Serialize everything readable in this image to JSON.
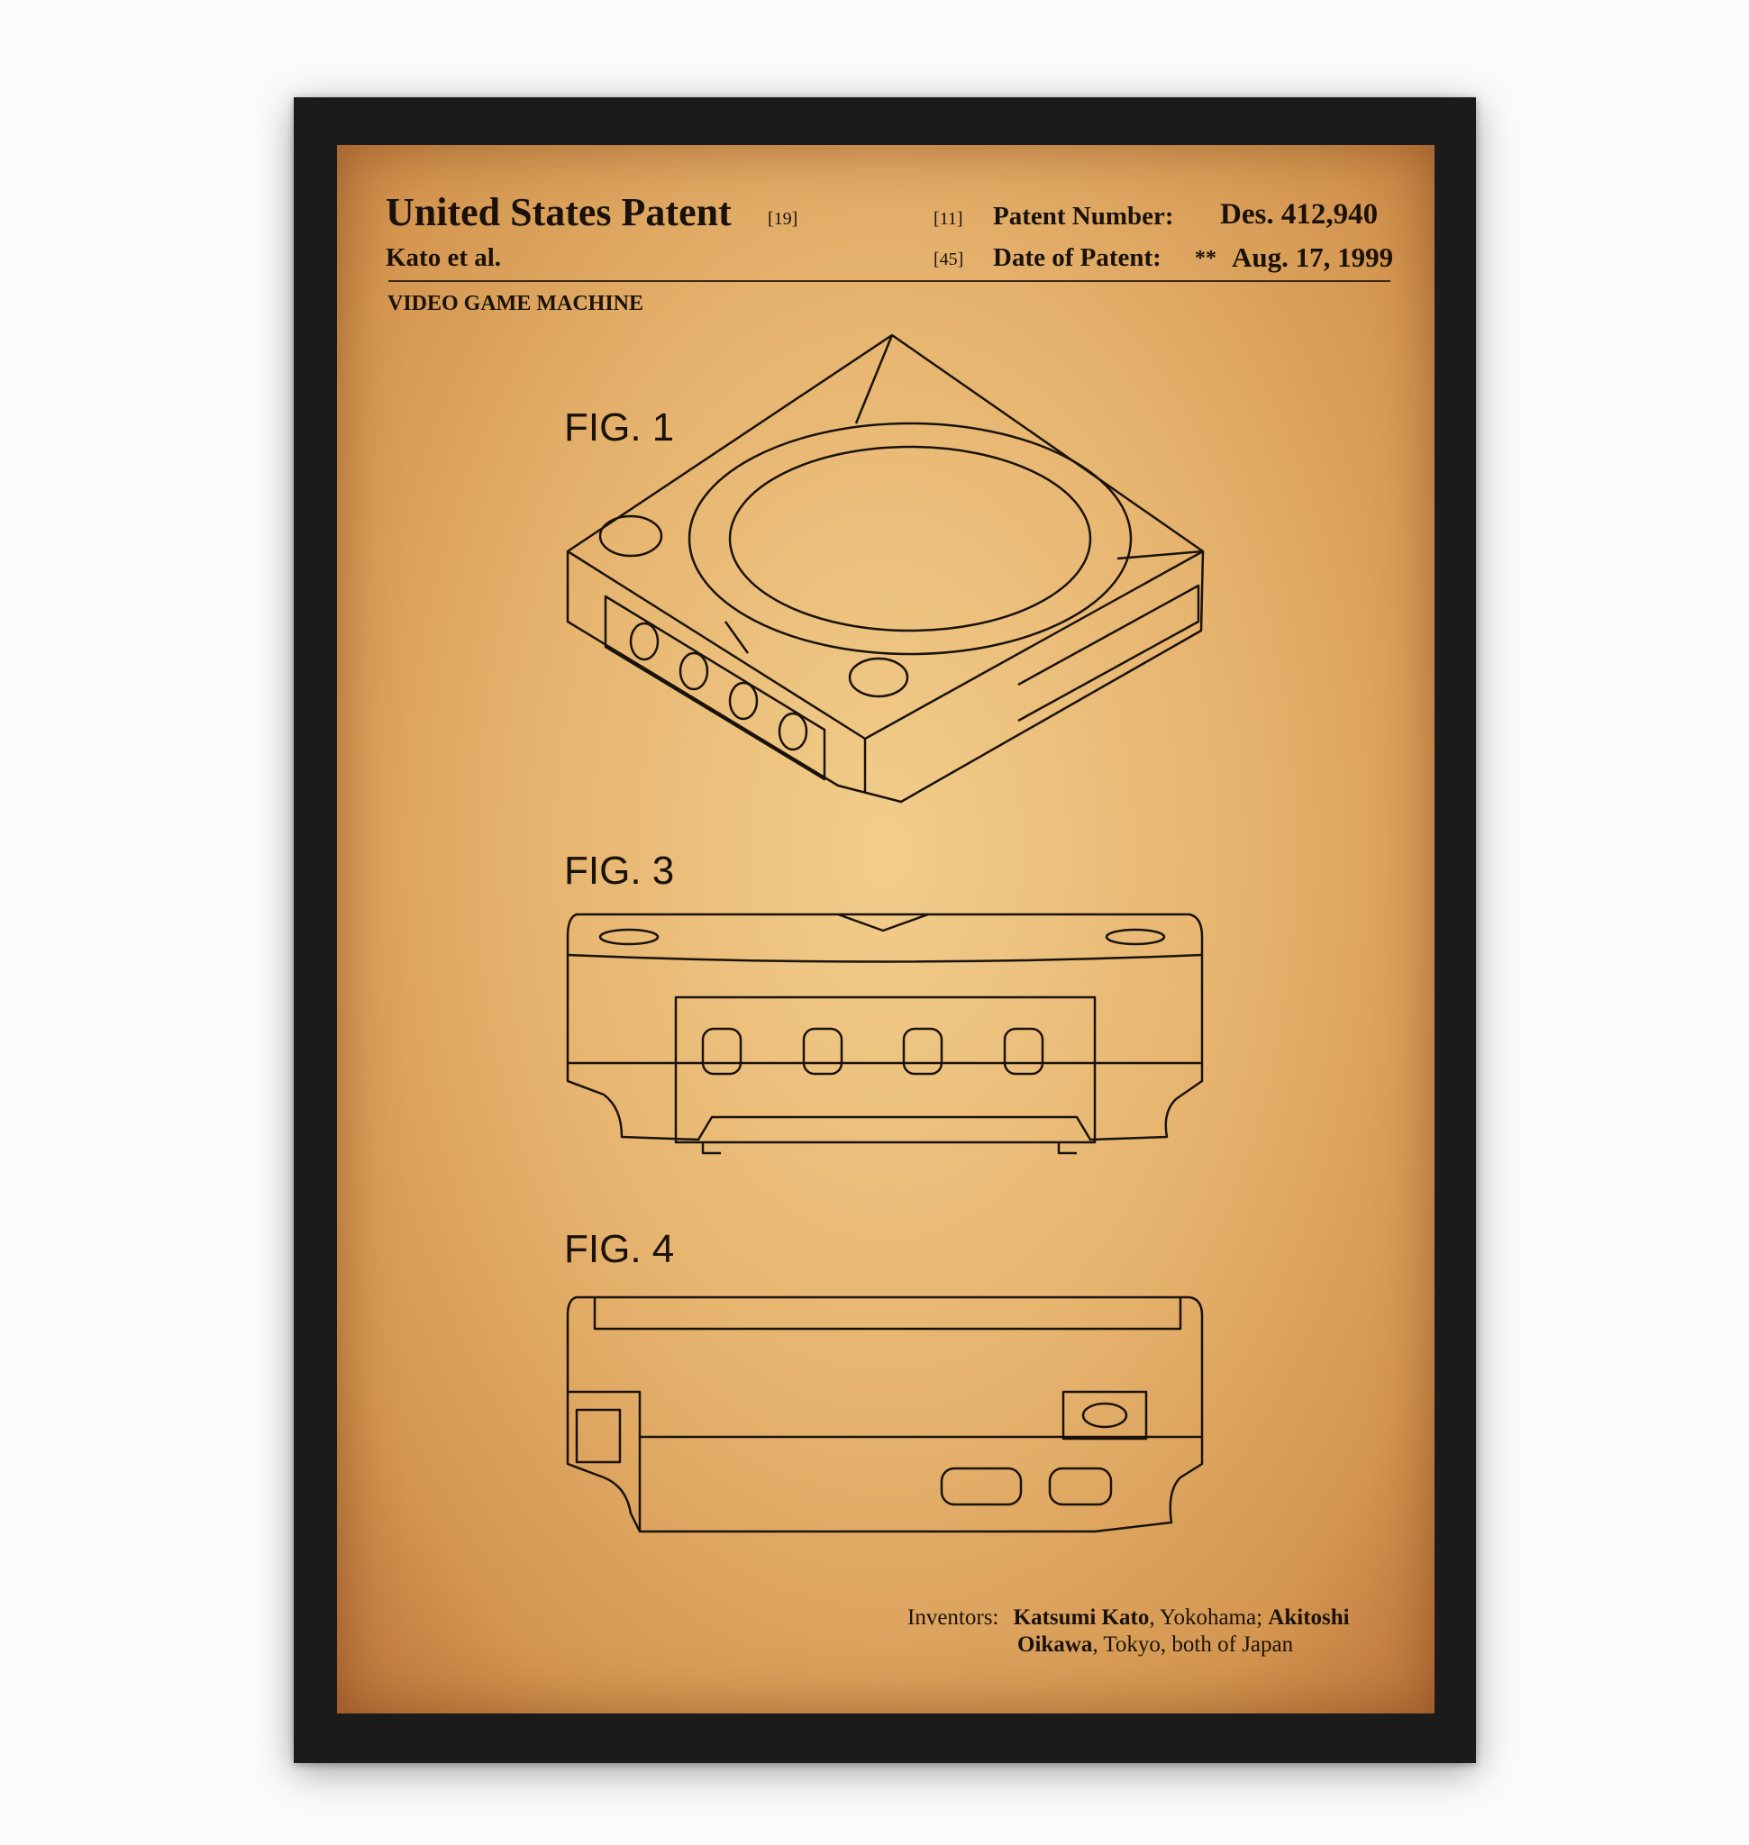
{
  "header": {
    "title": "United States Patent",
    "title_ref": "[19]",
    "inventor_short": "Kato et al.",
    "patent_number_ref": "[11]",
    "patent_number_label": "Patent Number:",
    "patent_number": "Des. 412,940",
    "date_ref": "[45]",
    "date_label": "Date of Patent:",
    "date_marker": "**",
    "date": "Aug. 17, 1999",
    "invention_title": "VIDEO GAME MACHINE"
  },
  "figures": {
    "fig1": "FIG. 1",
    "fig3": "FIG. 3",
    "fig4": "FIG. 4"
  },
  "inventors": {
    "label": "Inventors:",
    "name1": "Katsumi Kato",
    "place1": ", Yokohama; ",
    "name2a": "Akitoshi",
    "name2b": "Oikawa",
    "place2": ", Tokyo, both of Japan"
  },
  "colors": {
    "paper": "#e6b46f",
    "ink": "#1a120a",
    "frame": "#1b1b1b"
  }
}
